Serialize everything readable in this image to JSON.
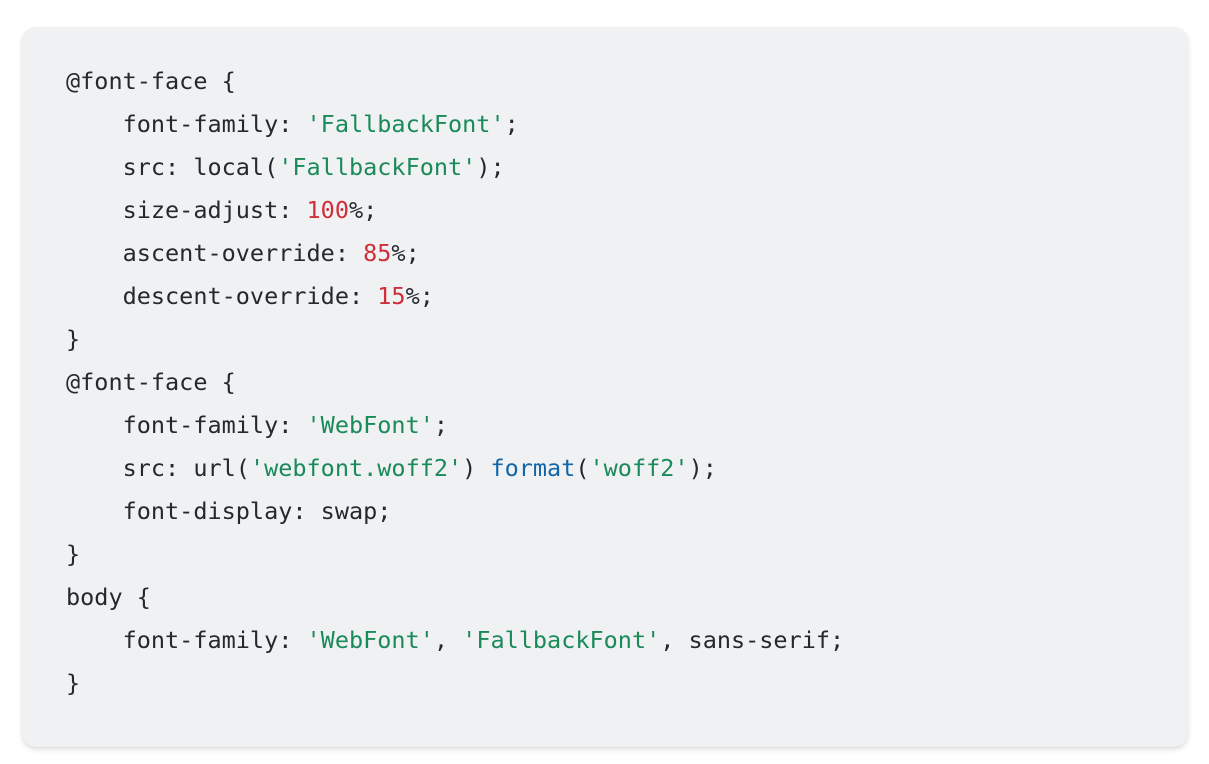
{
  "colors": {
    "plain": "#24292e",
    "string": "#1a8a59",
    "number": "#cf2f3a",
    "function": "#1166a8",
    "card_background": "#f0f1f3"
  },
  "code": {
    "language": "css",
    "lines": [
      {
        "tokens": [
          {
            "t": "plain",
            "v": "@font-face {"
          }
        ]
      },
      {
        "tokens": [
          {
            "t": "plain",
            "v": "    font-family: "
          },
          {
            "t": "string",
            "v": "'FallbackFont'"
          },
          {
            "t": "plain",
            "v": ";"
          }
        ]
      },
      {
        "tokens": [
          {
            "t": "plain",
            "v": "    src: local("
          },
          {
            "t": "string",
            "v": "'FallbackFont'"
          },
          {
            "t": "plain",
            "v": ");"
          }
        ]
      },
      {
        "tokens": [
          {
            "t": "plain",
            "v": "    size-adjust: "
          },
          {
            "t": "number",
            "v": "100"
          },
          {
            "t": "plain",
            "v": "%;"
          }
        ]
      },
      {
        "tokens": [
          {
            "t": "plain",
            "v": "    ascent-override: "
          },
          {
            "t": "number",
            "v": "85"
          },
          {
            "t": "plain",
            "v": "%;"
          }
        ]
      },
      {
        "tokens": [
          {
            "t": "plain",
            "v": "    descent-override: "
          },
          {
            "t": "number",
            "v": "15"
          },
          {
            "t": "plain",
            "v": "%;"
          }
        ]
      },
      {
        "tokens": [
          {
            "t": "plain",
            "v": "}"
          }
        ]
      },
      {
        "tokens": [
          {
            "t": "plain",
            "v": "@font-face {"
          }
        ]
      },
      {
        "tokens": [
          {
            "t": "plain",
            "v": "    font-family: "
          },
          {
            "t": "string",
            "v": "'WebFont'"
          },
          {
            "t": "plain",
            "v": ";"
          }
        ]
      },
      {
        "tokens": [
          {
            "t": "plain",
            "v": "    src: url("
          },
          {
            "t": "string",
            "v": "'webfont.woff2'"
          },
          {
            "t": "plain",
            "v": ") "
          },
          {
            "t": "func",
            "v": "format"
          },
          {
            "t": "plain",
            "v": "("
          },
          {
            "t": "string",
            "v": "'woff2'"
          },
          {
            "t": "plain",
            "v": ");"
          }
        ]
      },
      {
        "tokens": [
          {
            "t": "plain",
            "v": "    font-display: swap;"
          }
        ]
      },
      {
        "tokens": [
          {
            "t": "plain",
            "v": "}"
          }
        ]
      },
      {
        "tokens": [
          {
            "t": "plain",
            "v": "body {"
          }
        ]
      },
      {
        "tokens": [
          {
            "t": "plain",
            "v": "    font-family: "
          },
          {
            "t": "string",
            "v": "'WebFont'"
          },
          {
            "t": "plain",
            "v": ", "
          },
          {
            "t": "string",
            "v": "'FallbackFont'"
          },
          {
            "t": "plain",
            "v": ", sans-serif;"
          }
        ]
      },
      {
        "tokens": [
          {
            "t": "plain",
            "v": "}"
          }
        ]
      }
    ]
  }
}
